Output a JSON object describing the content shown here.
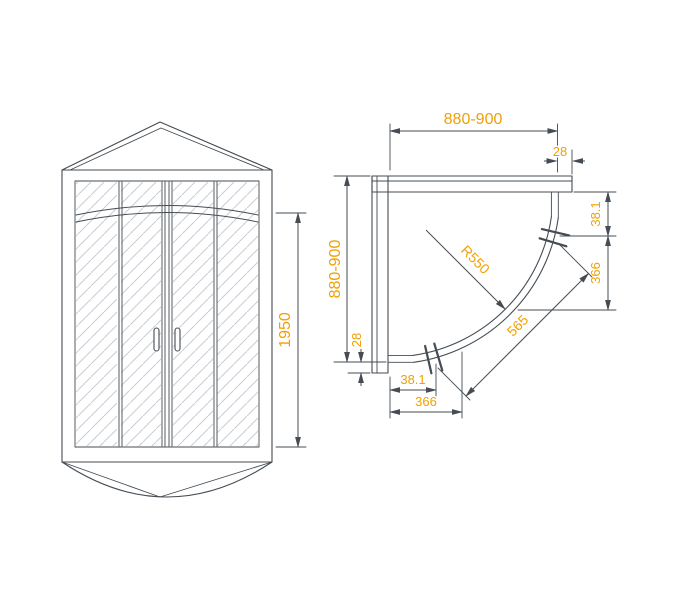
{
  "colors": {
    "line": "#454c53",
    "dim_text": "#f0a005",
    "hatch": "#c9ced4",
    "background": "#ffffff"
  },
  "drawing": {
    "front_view": {
      "height": "1950"
    },
    "plan_view": {
      "width_top": "880-900",
      "wall_offset_top": "28",
      "right_offset": "38.1",
      "right_opening": "366",
      "depth_left": "880-900",
      "wall_offset_left": "28",
      "bottom_offset": "38.1",
      "bottom_opening": "366",
      "radius": "R550",
      "entry_width": "565"
    }
  }
}
